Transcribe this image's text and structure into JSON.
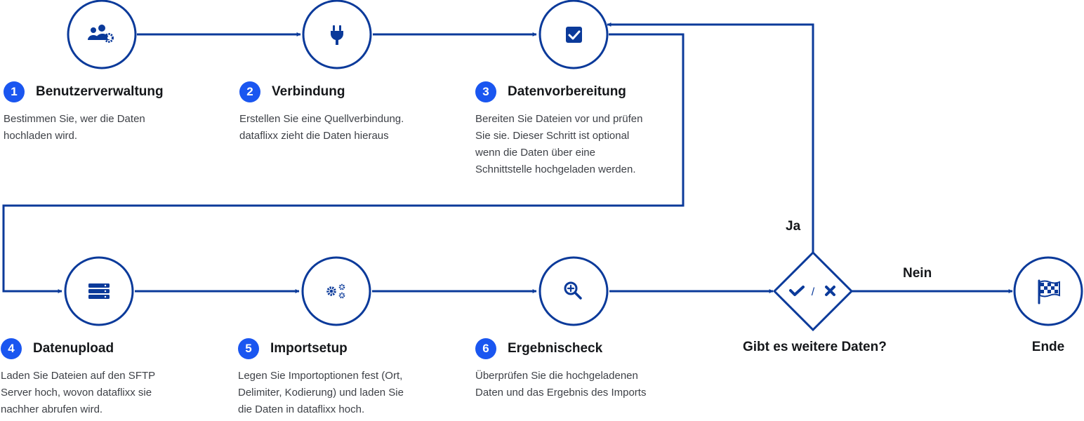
{
  "colors": {
    "primary": "#0b3a9a",
    "step_badge": "#1a56f0",
    "text_dark": "#15171a",
    "text_body": "#3e4147"
  },
  "steps": [
    {
      "number": "1",
      "title": "Benutzerverwaltung",
      "icon": "users-gear-icon",
      "lines": [
        "Bestimmen Sie, wer die Daten",
        "hochladen wird."
      ]
    },
    {
      "number": "2",
      "title": "Verbindung",
      "icon": "plug-icon",
      "lines": [
        "Erstellen Sie eine Quellverbindung.",
        "dataflixx zieht die Daten hieraus"
      ]
    },
    {
      "number": "3",
      "title": "Datenvorbereitung",
      "icon": "checkbox-icon",
      "lines": [
        "Bereiten Sie Dateien vor und prüfen",
        "Sie sie. Dieser Schritt ist optional",
        "wenn die Daten über eine",
        "Schnittstelle hochgeladen werden."
      ]
    },
    {
      "number": "4",
      "title": "Datenupload",
      "icon": "server-icon",
      "lines": [
        "Laden Sie Dateien auf den SFTP",
        "Server hoch, wovon dataflixx sie",
        "nachher abrufen wird."
      ]
    },
    {
      "number": "5",
      "title": "Importsetup",
      "icon": "gears-icon",
      "lines": [
        "Legen Sie Importoptionen fest (Ort,",
        "Delimiter, Kodierung) und laden Sie",
        "die Daten in dataflixx hoch."
      ]
    },
    {
      "number": "6",
      "title": "Ergebnischeck",
      "icon": "magnify-plus-icon",
      "lines": [
        "Überprüfen Sie die hochgeladenen",
        "Daten und das Ergebnis des Imports"
      ]
    }
  ],
  "decision": {
    "label": "Gibt es weitere Daten?",
    "yes_label": "Ja",
    "no_label": "Nein",
    "separator": "/",
    "icon": "check-cross-icon"
  },
  "end": {
    "label": "Ende",
    "icon": "checkered-flag-icon"
  }
}
